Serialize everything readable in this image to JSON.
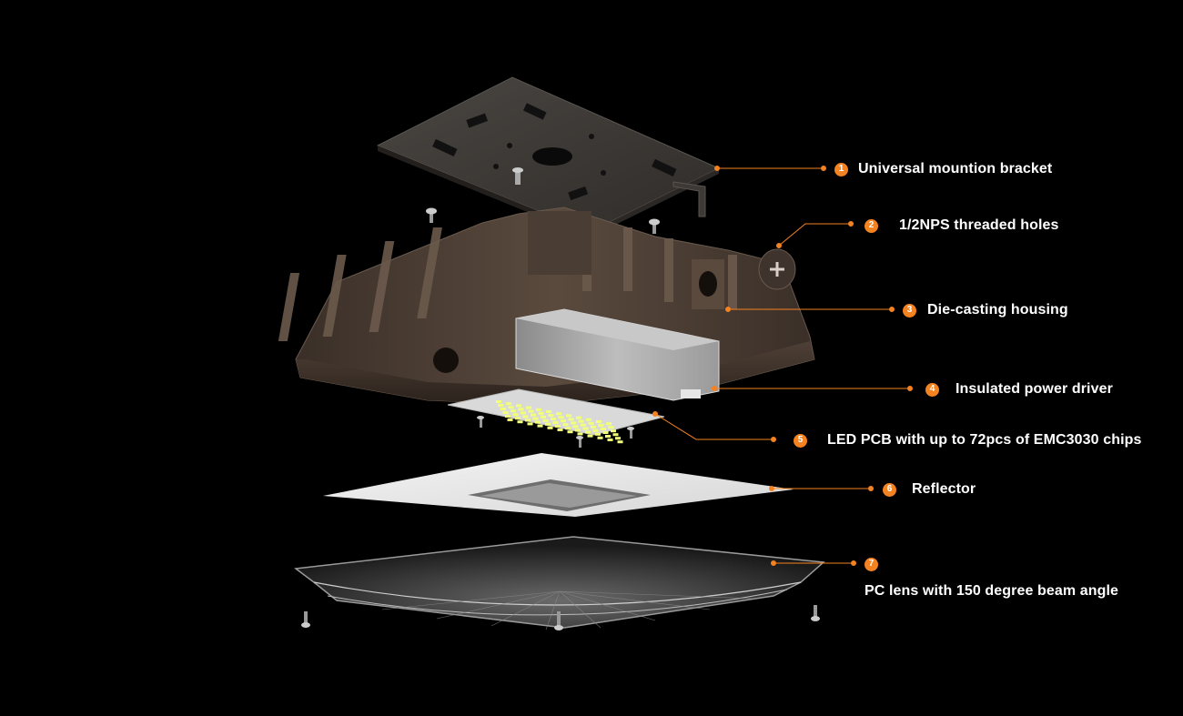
{
  "accent_color": "#f58220",
  "callouts": [
    {
      "number": "1",
      "text": "Universal mountion bracket"
    },
    {
      "number": "2",
      "text": "1/2NPS threaded holes"
    },
    {
      "number": "3",
      "text": "Die-casting housing"
    },
    {
      "number": "4",
      "text": "Insulated power driver"
    },
    {
      "number": "5",
      "text": "LED PCB with up to 72pcs of EMC3030 chips"
    },
    {
      "number": "6",
      "text": "Reflector"
    },
    {
      "number": "7",
      "text": "PC lens with 150 degree beam angle"
    }
  ]
}
